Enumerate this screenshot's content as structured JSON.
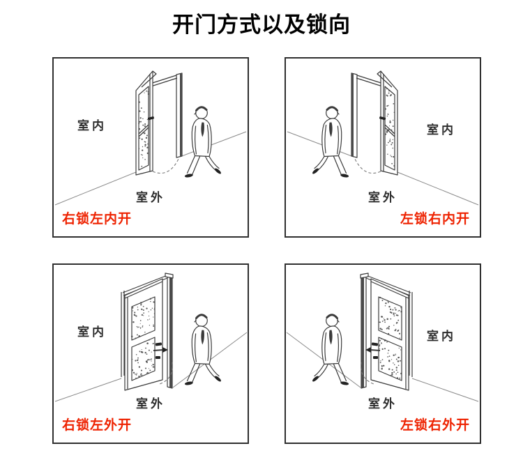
{
  "title": "开门方式以及锁向",
  "panels": [
    {
      "name": "top-left",
      "door_type": "inward",
      "mirrored": false,
      "indoor_label": "室内",
      "outdoor_label": "室外",
      "caption": "右锁左内开"
    },
    {
      "name": "top-right",
      "door_type": "inward",
      "mirrored": true,
      "indoor_label": "室内",
      "outdoor_label": "室外",
      "caption": "左锁右内开"
    },
    {
      "name": "bottom-left",
      "door_type": "outward",
      "mirrored": false,
      "indoor_label": "室内",
      "outdoor_label": "室外",
      "caption": "右锁左外开"
    },
    {
      "name": "bottom-right",
      "door_type": "outward",
      "mirrored": true,
      "indoor_label": "室内",
      "outdoor_label": "室外",
      "caption": "左锁右外开"
    }
  ],
  "colors": {
    "caption_red": "#ee2200",
    "line_art": "#3a3a3a",
    "floor_line": "#8a8a8a",
    "label_text": "#2d2d2d",
    "panel_border": "#2f2f2f"
  }
}
